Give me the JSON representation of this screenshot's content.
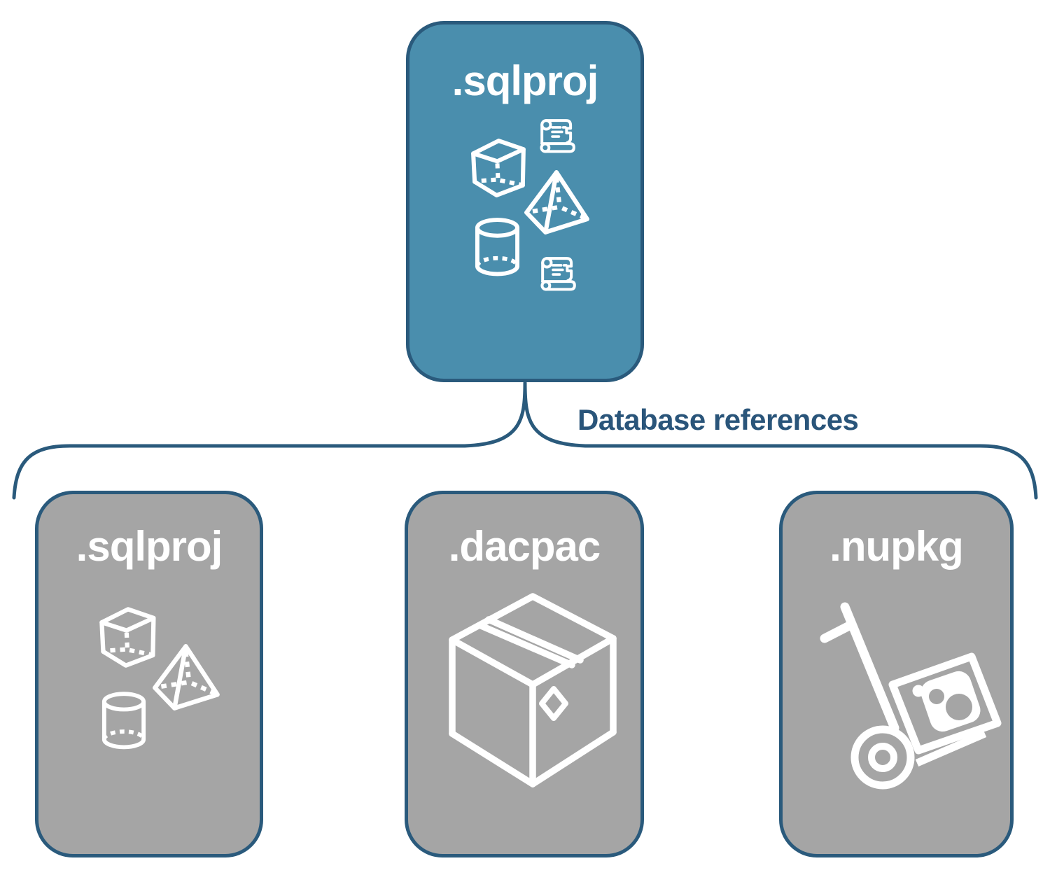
{
  "top_card": {
    "label": ".sqlproj",
    "fill": "#4A8EAD",
    "border": "#2A5A7C",
    "icons": [
      "cube-icon",
      "scroll-icon",
      "pyramid-icon",
      "cylinder-icon",
      "scroll-icon"
    ]
  },
  "connector": {
    "label": "Database references",
    "line_color": "#2A5A7C",
    "text_color": "#2A557A"
  },
  "bottom_cards": [
    {
      "label": ".sqlproj",
      "fill": "#A5A5A5",
      "icons": [
        "cube-icon",
        "pyramid-icon",
        "cylinder-icon"
      ]
    },
    {
      "label": ".dacpac",
      "fill": "#A5A5A5",
      "icons": [
        "package-box-icon"
      ]
    },
    {
      "label": ".nupkg",
      "fill": "#A5A5A5",
      "icons": [
        "hand-truck-nuget-icon"
      ]
    }
  ],
  "colors": {
    "teal": "#4A8EAD",
    "dark_blue": "#2A5A7C",
    "gray": "#A5A5A5",
    "icon_white": "#FFFFFF",
    "background": "#FFFFFF"
  }
}
